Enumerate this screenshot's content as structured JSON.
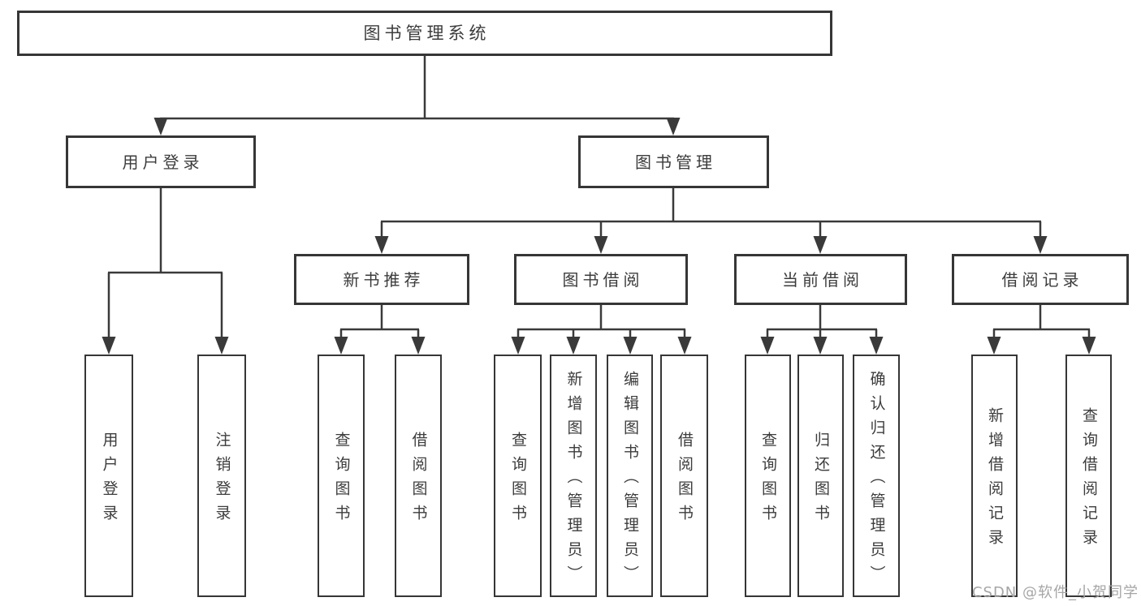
{
  "colors": {
    "background": "#ffffff",
    "line": "#3a3a3a",
    "box_border": "#363636",
    "text": "#3c3c3c",
    "watermark": "#a6a6a6"
  },
  "watermark": {
    "text": "CSDN @软件_小贺同学"
  },
  "tree": {
    "label": "图书管理系统",
    "children": [
      {
        "label": "用户登录",
        "children": [
          {
            "label": "用户登录"
          },
          {
            "label": "注销登录"
          }
        ]
      },
      {
        "label": "图书管理",
        "children": [
          {
            "label": "新书推荐",
            "children": [
              {
                "label": "查询图书"
              },
              {
                "label": "借阅图书"
              }
            ]
          },
          {
            "label": "图书借阅",
            "children": [
              {
                "label": "查询图书"
              },
              {
                "label": "新增图书（管理员）"
              },
              {
                "label": "编辑图书（管理员）"
              },
              {
                "label": "借阅图书"
              }
            ]
          },
          {
            "label": "当前借阅",
            "children": [
              {
                "label": "查询图书"
              },
              {
                "label": "归还图书"
              },
              {
                "label": "确认归还（管理员）"
              }
            ]
          },
          {
            "label": "借阅记录",
            "children": [
              {
                "label": "新增借阅记录"
              },
              {
                "label": "查询借阅记录"
              }
            ]
          }
        ]
      }
    ]
  }
}
